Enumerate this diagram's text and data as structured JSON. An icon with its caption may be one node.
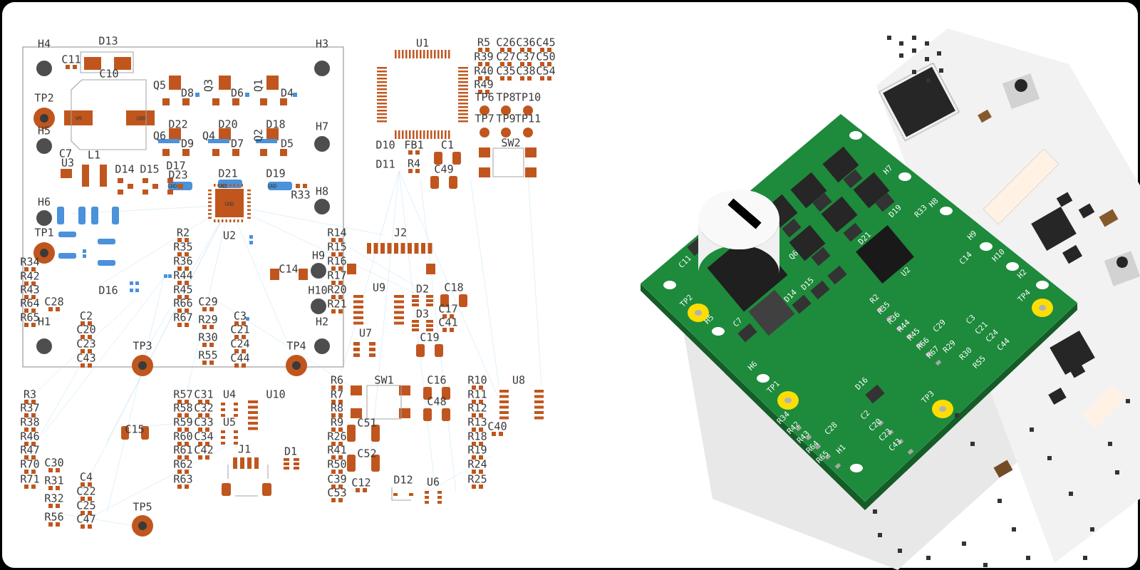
{
  "diagram": {
    "labels": [
      "H4",
      "D13",
      "H3",
      "U1",
      "R5",
      "C26",
      "C36",
      "C45",
      "C11",
      "R39",
      "C27",
      "C37",
      "C50",
      "C10",
      "R40",
      "C35",
      "C38",
      "C54",
      "Q5",
      "Q3",
      "Q1",
      "D8",
      "D6",
      "D4",
      "R49",
      "TP2",
      "TP6",
      "TP8",
      "TP10",
      "VM",
      "GND",
      "TP7",
      "TP9",
      "TP11",
      "H5",
      "D22",
      "D20",
      "D18",
      "H7",
      "Q6",
      "Q4",
      "Q2",
      "D9",
      "D7",
      "D5",
      "D10",
      "FB1",
      "C1",
      "SW2",
      "C7",
      "L1",
      "U3",
      "D14",
      "D15",
      "D17",
      "D23",
      "D21",
      "D19",
      "D11",
      "R4",
      "C49",
      "GND",
      "GND",
      "GND",
      "R33",
      "H8",
      "H6",
      "GND",
      "TP1",
      "R2",
      "U2",
      "R14",
      "J2",
      "R35",
      "H9",
      "R15",
      "R34",
      "R36",
      "C14",
      "R16",
      "R42",
      "R44",
      "R17",
      "R43",
      "D16",
      "R45",
      "H10",
      "R20",
      "U9",
      "D2",
      "C18",
      "R64",
      "C28",
      "R66",
      "C29",
      "R21",
      "C17",
      "R65",
      "H1",
      "C2",
      "R67",
      "R29",
      "C3",
      "H2",
      "D3",
      "C41",
      "C20",
      "R30",
      "C21",
      "U7",
      "C19",
      "C23",
      "TP3",
      "C24",
      "TP4",
      "C43",
      "R55",
      "C44",
      "R6",
      "SW1",
      "C16",
      "R10",
      "U8",
      "R3",
      "R57",
      "C31",
      "U4",
      "U10",
      "R7",
      "C48",
      "R11",
      "R37",
      "R58",
      "C32",
      "R8",
      "R12",
      "R38",
      "C15",
      "R59",
      "C33",
      "U5",
      "R9",
      "C51",
      "R13",
      "C40",
      "R46",
      "R60",
      "C34",
      "R26",
      "R18",
      "R47",
      "R61",
      "C42",
      "J1",
      "D1",
      "R41",
      "C52",
      "R19",
      "R70",
      "C30",
      "R62",
      "R50",
      "R24",
      "R71",
      "R31",
      "C4",
      "R63",
      "C39",
      "C12",
      "D12",
      "U6",
      "R25",
      "R32",
      "C22",
      "C53",
      "C25",
      "TP5",
      "R56",
      "C47",
      "H7",
      "D19",
      "R33",
      "H8",
      "D21",
      "H9",
      "C11",
      "Q6",
      "C14",
      "H10",
      "U2",
      "H2",
      "D15",
      "TP2",
      "D14",
      "R2",
      "TP4",
      "R35",
      "H5",
      "C7",
      "R36",
      "C3",
      "R44",
      "C29",
      "C21",
      "R45",
      "C24",
      "R66",
      "R29",
      "C44",
      "R67",
      "R30",
      "H6",
      "R55",
      "TP1",
      "D16",
      "TP3",
      "R34",
      "C2",
      "R42",
      "C28",
      "C20",
      "R43",
      "C23",
      "R64",
      "H1",
      "C43",
      "R65"
    ]
  }
}
